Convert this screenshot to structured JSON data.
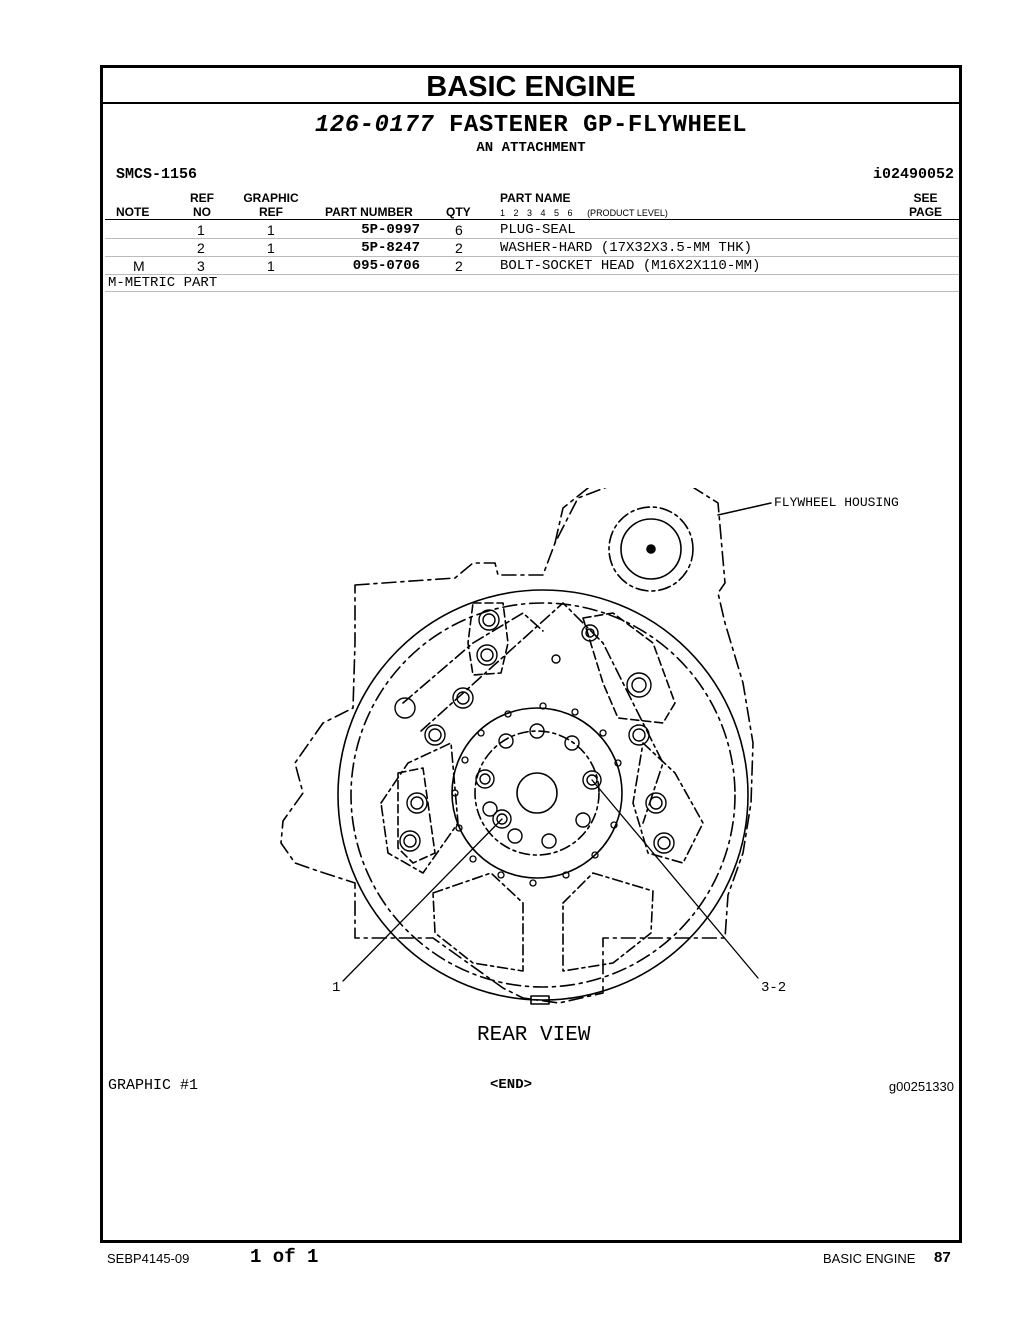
{
  "header": {
    "section_title": "BASIC ENGINE",
    "group_number": "126-0177",
    "group_name": "FASTENER GP-FLYWHEEL",
    "attachment": "AN ATTACHMENT",
    "smcs": "SMCS-1156",
    "illustration_id": "i02490052"
  },
  "table": {
    "columns": {
      "note": "NOTE",
      "ref_no": [
        "REF",
        "NO"
      ],
      "graphic_ref": [
        "GRAPHIC",
        "REF"
      ],
      "part_number": "PART NUMBER",
      "qty": "QTY",
      "part_name": "PART NAME",
      "product_levels": "1 2 3 4 5 6",
      "product_level_label": "(PRODUCT LEVEL)",
      "see_page": [
        "SEE",
        "PAGE"
      ]
    },
    "rows": [
      {
        "note": "",
        "ref": "1",
        "graphic_ref": "1",
        "part_number": "5P-0997",
        "qty": "6",
        "name": "PLUG-SEAL"
      },
      {
        "note": "",
        "ref": "2",
        "graphic_ref": "1",
        "part_number": "5P-8247",
        "qty": "2",
        "name": "WASHER-HARD (17X32X3.5-MM THK)"
      },
      {
        "note": "M",
        "ref": "3",
        "graphic_ref": "1",
        "part_number": "095-0706",
        "qty": "2",
        "name": "BOLT-SOCKET HEAD (M16X2X110-MM)"
      }
    ],
    "footnote": "M-METRIC PART"
  },
  "graphic": {
    "callout_housing": "FLYWHEEL HOUSING",
    "callout_1": "1",
    "callout_3_2": "3-2",
    "view_label": "REAR VIEW",
    "label": "GRAPHIC #1",
    "end_marker": "<END>",
    "graphic_id": "g00251330"
  },
  "footer": {
    "doc_number": "SEBP4145-09",
    "page_of": "1 of 1",
    "section": "BASIC ENGINE",
    "page_number": "87"
  }
}
